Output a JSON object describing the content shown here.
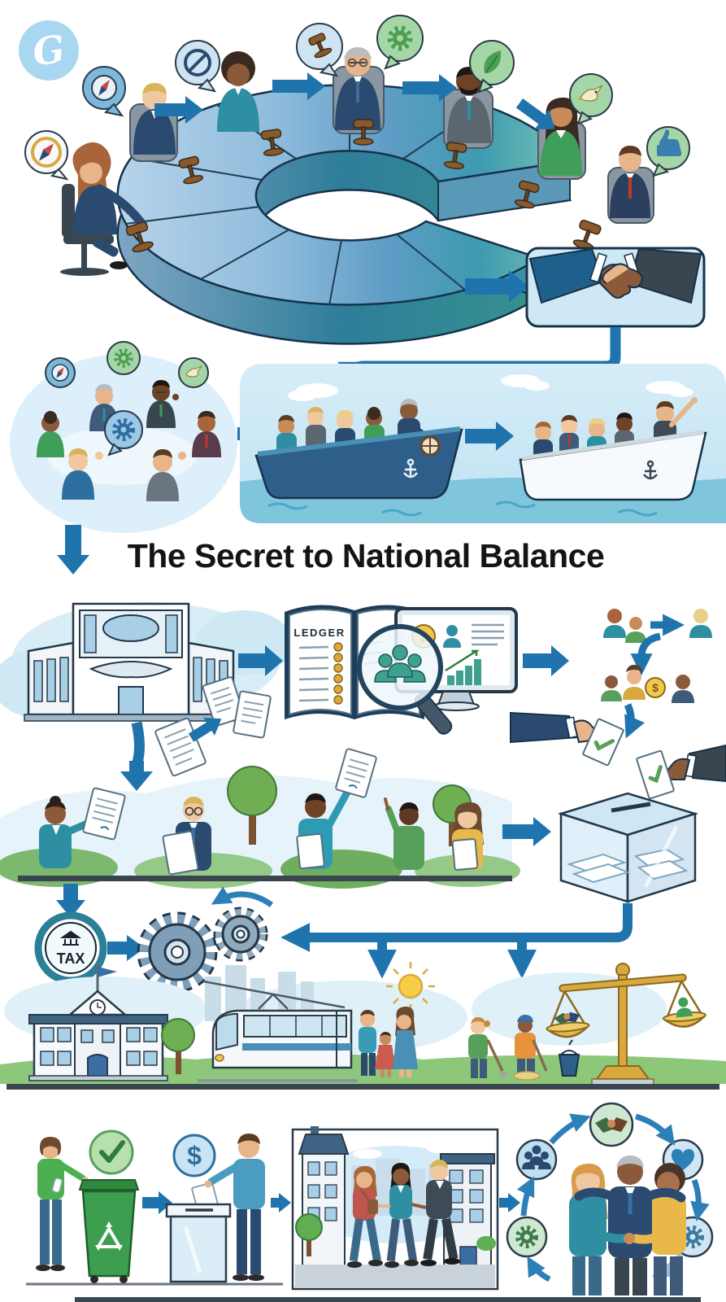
{
  "page": {
    "title": "The Secret to National Balance",
    "background": "#ffffff"
  },
  "logo": {
    "glyph": "G",
    "circle_color": "#a9d7f2"
  },
  "labels": {
    "ledger": "LEDGER",
    "tax": "TAX",
    "dollar": "$"
  },
  "palette": {
    "arrow_blue": "#1f74ad",
    "sky_blue": "#d2eaf6",
    "water_blue": "#7fc6dd",
    "teal": "#2e8fa3",
    "green": "#57a05c",
    "gold": "#d9a93f",
    "navy": "#2b4a6f",
    "bubble_green": "#a5d6a7",
    "bubble_blue": "#cfe4f2"
  },
  "scenes": {
    "council": {
      "name": "council-roundtable",
      "people_count": 7,
      "speech_icons": [
        "compass-gold",
        "compass-blue",
        "ban",
        "gavel",
        "gear",
        "leaf",
        "bird",
        "thumbs-up"
      ]
    },
    "agreement": {
      "name": "handshake-agreement"
    },
    "discussion": {
      "name": "group-discussion-bubble",
      "speech_icons": [
        "compass",
        "gear",
        "bird",
        "gear"
      ]
    },
    "boats": {
      "name": "two-boats-at-sea",
      "left_boat": "dark-blue-anchor",
      "right_boat": "white-anchor"
    },
    "audit": {
      "name": "government-ledger-audit",
      "icons": [
        "government-building",
        "flying-documents",
        "ledger-book",
        "magnifier-group",
        "analytics-monitor",
        "dollar-coin",
        "citizen-flow"
      ]
    },
    "participation": {
      "name": "citizens-with-documents",
      "icons": [
        "document",
        "ballot-box",
        "ballot-check"
      ]
    },
    "taxation": {
      "name": "tax-to-public-services",
      "icons": [
        "tax-badge",
        "gears",
        "rotation-arrow",
        "school",
        "clock",
        "flag",
        "tram",
        "sun",
        "family",
        "workers",
        "bucket",
        "scales-handshake-person"
      ]
    },
    "civic_actions": {
      "name": "civic-actions-cycle",
      "icons": [
        "check-circle",
        "recycling-bin",
        "dollar-circle",
        "donation-box",
        "community-walk",
        "people-circle",
        "handshake-circle",
        "heart-circle",
        "gear-circle-left",
        "gear-circle-right"
      ]
    }
  }
}
